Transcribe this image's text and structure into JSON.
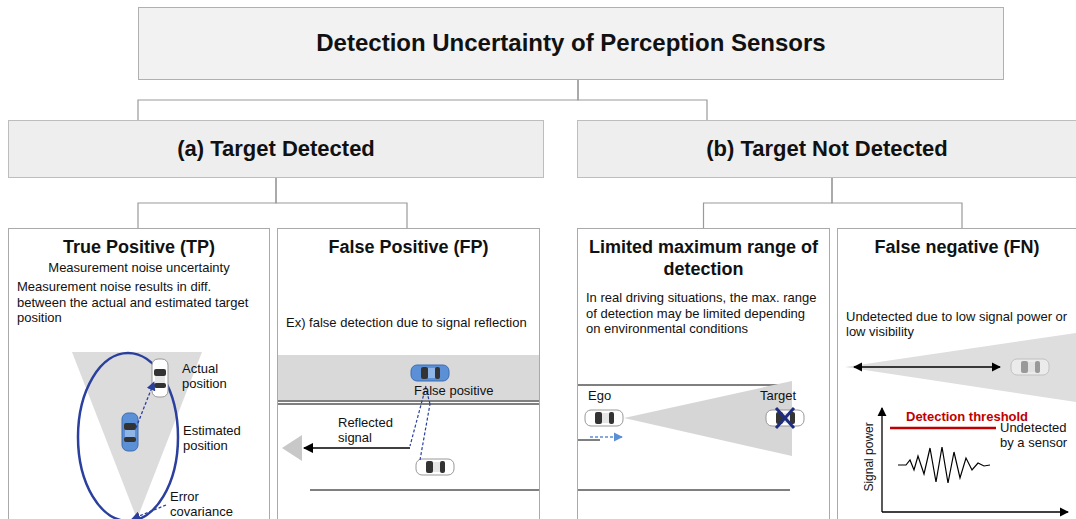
{
  "diagram": {
    "title": "Detection Uncertainty of Perception Sensors",
    "nodes": [
      {
        "text": [
          "Detection Uncertainty of Perception Sensors"
        ]
      },
      {
        "text": [
          "(a) Target Detected"
        ]
      },
      {
        "text": [
          "(b) Target Not Detected"
        ]
      },
      {
        "text": [
          "True Positive (TP)",
          "Measurement noise uncertainty",
          "Measurement noise results in diff. between the actual and estimated target position"
        ]
      },
      {
        "text": [
          "False Positive (FP)",
          "Ex) false detection due to signal reflection"
        ]
      },
      {
        "text": [
          "Limited maximum range of detection",
          "In real driving situations, the max. range of detection may be limited depending on environmental conditions"
        ]
      },
      {
        "text": [
          "False negative (FN)",
          "Undetected due to low signal power or low visibility"
        ]
      }
    ],
    "edges": [
      {
        "from": 0,
        "to": 1,
        "arrow": "none"
      },
      {
        "from": 0,
        "to": 2,
        "arrow": "none"
      },
      {
        "from": 1,
        "to": 3,
        "arrow": "none"
      },
      {
        "from": 1,
        "to": 4,
        "arrow": "none"
      },
      {
        "from": 2,
        "to": 5,
        "arrow": "none"
      },
      {
        "from": 2,
        "to": 6,
        "arrow": "none"
      }
    ],
    "labels": [
      "Actual position",
      "Estimated position",
      "Error covariance",
      "False positive",
      "Reflected signal",
      "Ego",
      "Target",
      "Detection threshold",
      "Signal power",
      "Undetected by a sensor"
    ]
  }
}
